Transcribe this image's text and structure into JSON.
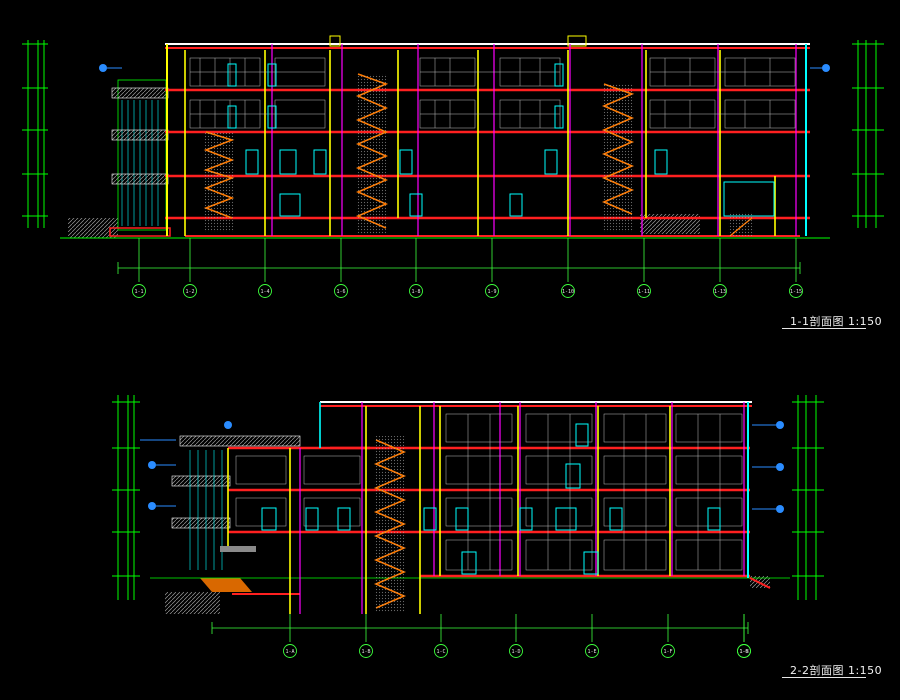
{
  "sections": [
    {
      "id": "s1",
      "title": "1-1剖面图 1:150",
      "axes": [
        "1-1",
        "1-2",
        "1-4",
        "1-6",
        "1-8",
        "1-9",
        "1-10",
        "1-11",
        "1-13",
        "1-15"
      ]
    },
    {
      "id": "s2",
      "title": "2-2剖面图 1:150",
      "axes": [
        "1-A",
        "1-B",
        "1-C",
        "1-D",
        "1-E",
        "1-F",
        "1-G",
        "1-H"
      ]
    }
  ],
  "colors": {
    "background": "#000000",
    "grid_green": "#00ff00",
    "wall_yellow": "#ffff00",
    "slab_red": "#ff2020",
    "column_magenta": "#ff00ff",
    "window_cyan": "#00ffff",
    "roof_white": "#ffffff",
    "stair_orange": "#ff7a00",
    "ground_gray": "#8a8a8a",
    "dimension_green": "#3cff3c",
    "label_blue": "#2a8cff"
  }
}
